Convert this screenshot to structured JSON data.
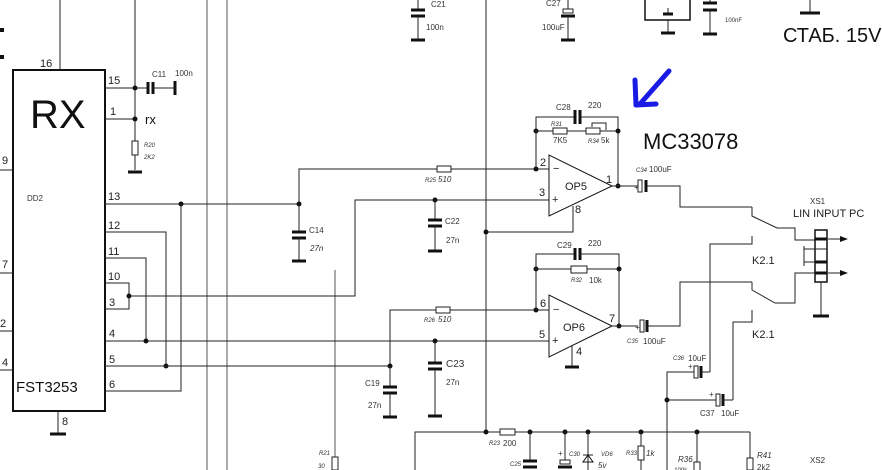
{
  "chip": {
    "name": "RX",
    "ref": "DD2",
    "part": "FST3253",
    "pins": {
      "p16": "16",
      "p15": "15",
      "p1": "1",
      "p13": "13",
      "p12": "12",
      "p11": "11",
      "p10": "10",
      "p3": "3",
      "p4": "4",
      "p5": "5",
      "p6": "6",
      "p8": "8",
      "l9": "9",
      "l7": "7",
      "l2": "2",
      "l4": "4"
    }
  },
  "net_rx": "rx",
  "components": {
    "C11": {
      "ref": "C11",
      "value": "100n"
    },
    "R20": {
      "ref": "R20",
      "value": "2K2"
    },
    "C14": {
      "ref": "C14",
      "value": "27n"
    },
    "C19": {
      "ref": "C19",
      "value": "27n"
    },
    "C21": {
      "ref": "C21",
      "value": "100n"
    },
    "C22": {
      "ref": "C22",
      "value": "27n"
    },
    "C23": {
      "ref": "C23",
      "value": "27n"
    },
    "C27": {
      "ref": "C27",
      "value": "100uF"
    },
    "C_top": {
      "value": "100nF"
    },
    "R25": {
      "ref": "R25",
      "value": "510"
    },
    "R26": {
      "ref": "R26",
      "value": "510"
    },
    "C28": {
      "ref": "C28",
      "value": "220"
    },
    "R31": {
      "ref": "R31",
      "value": "7K5"
    },
    "R34": {
      "ref": "R34",
      "value": "5k"
    },
    "C29": {
      "ref": "C29",
      "value": "220"
    },
    "R32": {
      "ref": "R32",
      "value": "10k"
    },
    "C34": {
      "ref": "C34",
      "value": "100uF"
    },
    "C35": {
      "ref": "C35",
      "value": "100uF"
    },
    "C36": {
      "ref": "C36",
      "value": "10uF"
    },
    "C37": {
      "ref": "C37",
      "value": "10uF"
    },
    "R21": {
      "ref": "R21",
      "value": "30"
    },
    "R23": {
      "ref": "R23",
      "value": "200"
    },
    "C25": {
      "ref": "C25"
    },
    "C30": {
      "ref": "C30"
    },
    "VD6": {
      "ref": "VD6",
      "value": "5v"
    },
    "R33": {
      "ref": "R33",
      "value": "1k"
    },
    "R36": {
      "ref": "R36",
      "value": "100k"
    },
    "R41": {
      "ref": "R41",
      "value": "2k2"
    }
  },
  "opamps": {
    "op5": {
      "name": "OP5",
      "pins": {
        "inv": "2",
        "noninv": "3",
        "out": "1",
        "pwr": "8"
      }
    },
    "op6": {
      "name": "OP6",
      "pins": {
        "inv": "6",
        "noninv": "5",
        "out": "7",
        "pwr": "4"
      }
    }
  },
  "relay": {
    "k1": "K2.1",
    "k2": "K2.1"
  },
  "connector": {
    "ref": "XS1",
    "label": "LIN INPUT PC",
    "ref2": "XS2"
  },
  "annotation": {
    "part": "MC33078",
    "stab": "СТАБ. 15V",
    "arrow_color": "#1a1ae6"
  }
}
